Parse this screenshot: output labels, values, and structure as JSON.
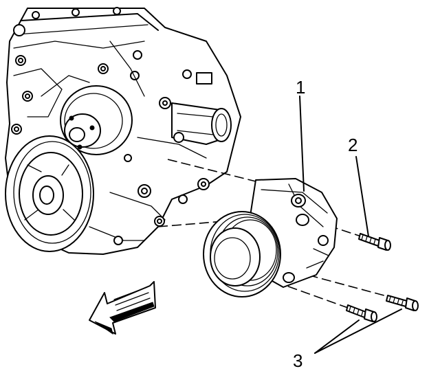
{
  "figure": {
    "callouts": [
      {
        "id": "1",
        "text": "1",
        "target": "ac-compressor"
      },
      {
        "id": "2",
        "text": "2",
        "target": "upper-bolt"
      },
      {
        "id": "3",
        "text": "3",
        "target": "lower-bolts"
      }
    ],
    "arrow": {
      "direction": "front-of-vehicle"
    },
    "colors": {
      "ink": "#000000",
      "paper": "#ffffff"
    }
  }
}
